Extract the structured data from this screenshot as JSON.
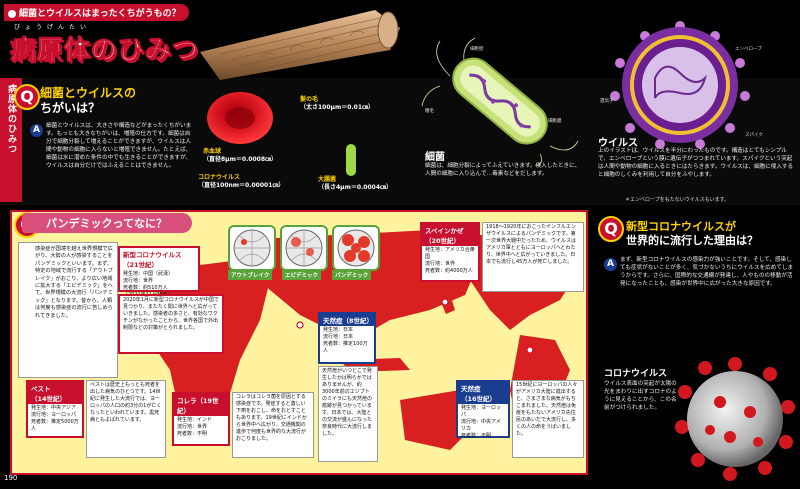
{
  "header": {
    "kicker": "細菌とウイルスはまったくちがうもの？",
    "title": "病原体のひみつ",
    "title_ruby": "びょうげんたい"
  },
  "side_label": "病原体のひみつ",
  "page_number": "190",
  "q1": {
    "q": "Q",
    "title_line1": "細菌とウイルスの",
    "title_line2": "ちがいは？",
    "a": "A",
    "answer": "細菌とウイルスは、大きさや構造などがまったくちがいます。もっとも大きなちがいは、増殖の仕方です。細菌は自分で細胞分裂して増えることができますが、ウイルスは人間や動物の細胞に入らないと増殖できません。たとえば、細菌は水に潜めた条件の中でも生きることができますが、ウイルスは自分だけではふえることはできません。"
  },
  "specimens": {
    "hair_label": "髪の毛",
    "hair_size": "（太さ100μm＝0.01㎝）",
    "rbc_label": "赤血球",
    "rbc_size": "（直径8μm＝0.0008㎝）",
    "corona_label": "コロナウイルス",
    "corona_size": "（直径100nm＝0.00001㎝）",
    "ecoli_label": "大腸菌",
    "ecoli_size": "（長さ4μm＝0.0004㎝）"
  },
  "bacteria": {
    "title": "細菌",
    "desc": "細菌は、細胞分裂によってふえていきます。侵入したときに、人間の細胞に入り込んで…毒素などをだします。",
    "labels": [
      "細胞壁",
      "鞭毛",
      "細胞膜"
    ]
  },
  "virus": {
    "title": "ウイルス",
    "desc": "上のイラストは、ウイルスを半分にわったものです。構造はとてもシンプルで、エンベロープという膜に遺伝子がつつまれています。スパイクという突起は人間や動物の細胞に入るときにはたらきます。ウイルスは、細胞に侵入すると細胞のしくみを利用して自分をふやします。",
    "labels": [
      "エンベロープ",
      "スパイク",
      "遺伝子"
    ],
    "note": "＊エンベロープをもたないウイルスもいます。"
  },
  "pandemic": {
    "q": "Q",
    "title": "パンデミックってなに？",
    "a": "A",
    "answer": "感染症が国境を越え世界規模で広がり、大勢の人が感染することをパンデミックといいます。まず、特定の地域で流行する「アウトブレイク」がおこり、より広い地域に拡大する「エピデミック」をへて、世界規模の大流行「パンデミック」となります。昔から、人類は何度も感染症の流行に苦しめられてきました。"
  },
  "stages": [
    {
      "label": "アウトブレイク"
    },
    {
      "label": "エピデミック"
    },
    {
      "label": "パンデミック"
    }
  ],
  "events": {
    "covid": {
      "title": "新型コロナウイルス（21世紀）",
      "origin_label": "発生地",
      "origin": "中国（武漢）",
      "country_label": "流行地",
      "country": "世界",
      "deaths_label": "死者数",
      "deaths": "約510万人",
      "note": "（2021年11月時点）",
      "desc": "2020年1月に新型コロナウイルスが中国で見つかり、またたく間に世界へと広がっていきました。感染者の多さと、有効なワクチンがなかったことから、世界各国で外出制限などの対策がとられました。"
    },
    "spanish": {
      "title": "スペインかぜ",
      "century": "（20世紀）",
      "origin_label": "発生地",
      "origin": "アメリカ合衆国",
      "country_label": "流行地",
      "country": "世界",
      "deaths_label": "死者数",
      "deaths": "約4000万人",
      "desc": "1918〜1920年におこったインフルエンザウイルスによるパンデミックです。第一次世界大戦中だったため、ウイルスはアメリカ軍とともにヨーロッパへとわたり、世界中へと広がっていきました。日本でも流行し45万人が死亡しました。"
    },
    "smallpox8": {
      "title": "天然痘（8世紀）",
      "origin_label": "発生地",
      "origin": "日本",
      "country_label": "流行地",
      "country": "日本",
      "deaths_label": "死者数",
      "deaths": "推定100万人",
      "desc": "天然痘がいつどこで発生したかは明らかではありませんが、約3000年前のエジプトのミイラにも天然痘の痕跡が見つかっています。日本では、大陸との交流が盛んになった奈良時代に大流行しました。"
    },
    "pest": {
      "title": "ペスト",
      "century": "（14世紀）",
      "origin_label": "発生地",
      "origin": "中央アジア",
      "country_label": "流行地",
      "country": "ヨーロッパ",
      "deaths_label": "死者数",
      "deaths": "推定5000万人",
      "desc": "ペストは歴史上もっとも死者を出した病気のひとつです。14世紀に発生した大流行では、ヨーロッパの人口の約3分の1が亡くなったといわれています。黒死病ともよばれています。"
    },
    "cholera": {
      "title": "コレラ（19世紀）",
      "origin_label": "発生地",
      "origin": "インド",
      "country_label": "流行地",
      "country": "世界",
      "deaths_label": "死者数",
      "deaths": "不明",
      "desc": "コレラはコレラ菌を原因とする感染症です。発症すると激しい下痢をおこし、命をおとすこともあります。19世紀にインドから世界中へ広がり、交通機関の進歩で何度も世界的な大流行がおこりました。"
    },
    "smallpox16": {
      "title": "天然痘",
      "century": "（16世紀）",
      "origin_label": "発生地",
      "origin": "ヨーロッパ",
      "country_label": "流行地",
      "country": "中央アメリカ",
      "deaths_label": "死者数",
      "deaths": "不明",
      "desc": "15世紀にヨーロッパの人々がアメリカ大陸に進出すると、さまざまな病気がもちこまれました。天然痘は免疫をもたないアメリカ先住民のあいだで大流行し、多くの人の命をうばいました。"
    }
  },
  "q3": {
    "q": "Q",
    "title_line1": "新型コロナウイルスが",
    "title_line2": "世界的に流行した理由は？",
    "a": "A",
    "answer": "まず、新型コロナウイルスの感染力が強いことです。そして、感染しても症状がないことが多く、気づかないうちにウイルスを広めてしまうからです。さらに、国際的な交通網が発達し、人やものの移動が活発になったことも、感染が世界中に広がった大きな原因です。",
    "covid_title": "コロナウイルス",
    "covid_desc": "ウイルス表面の突起が太陽の光をまわりに出すコロナのように見えることから、この名前がつけられました。"
  }
}
